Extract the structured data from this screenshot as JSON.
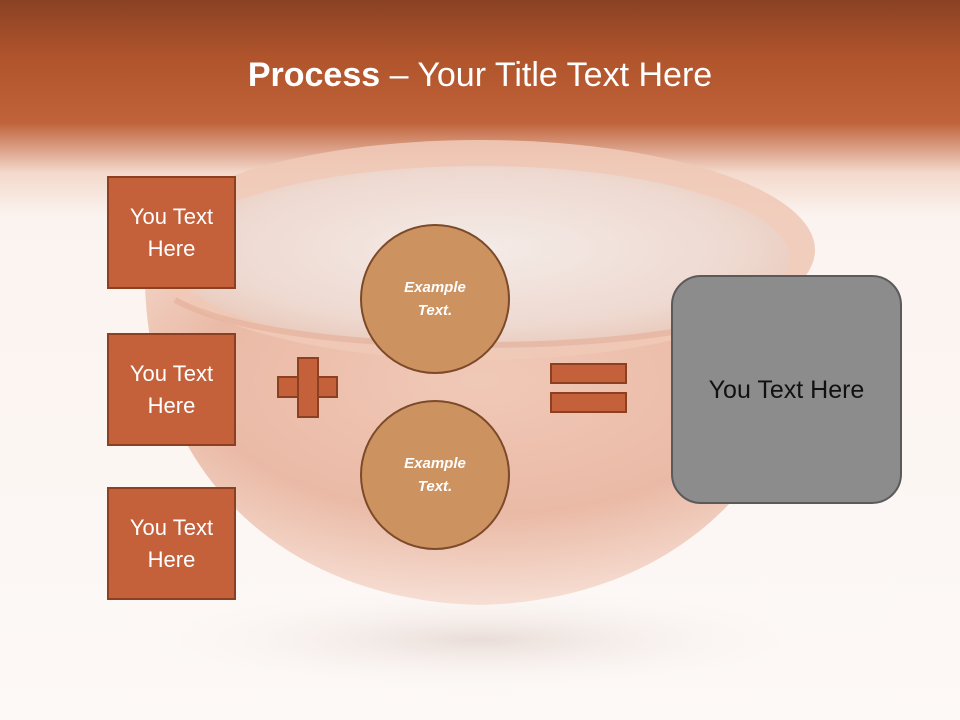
{
  "slide": {
    "title_bold": "Process",
    "title_rest": " – Your Title Text Here"
  },
  "inputs": [
    {
      "label": "You Text Here"
    },
    {
      "label": "You Text Here"
    },
    {
      "label": "You Text Here"
    }
  ],
  "circles": [
    {
      "label": "Example Text."
    },
    {
      "label": "Example Text."
    }
  ],
  "result": {
    "label": "You Text Here"
  },
  "colors": {
    "accent": "#c4603a",
    "accent_border": "#8c4022",
    "circle_fill": "#cc9260",
    "result_fill": "#8c8c8c",
    "header": "#b0542c"
  }
}
